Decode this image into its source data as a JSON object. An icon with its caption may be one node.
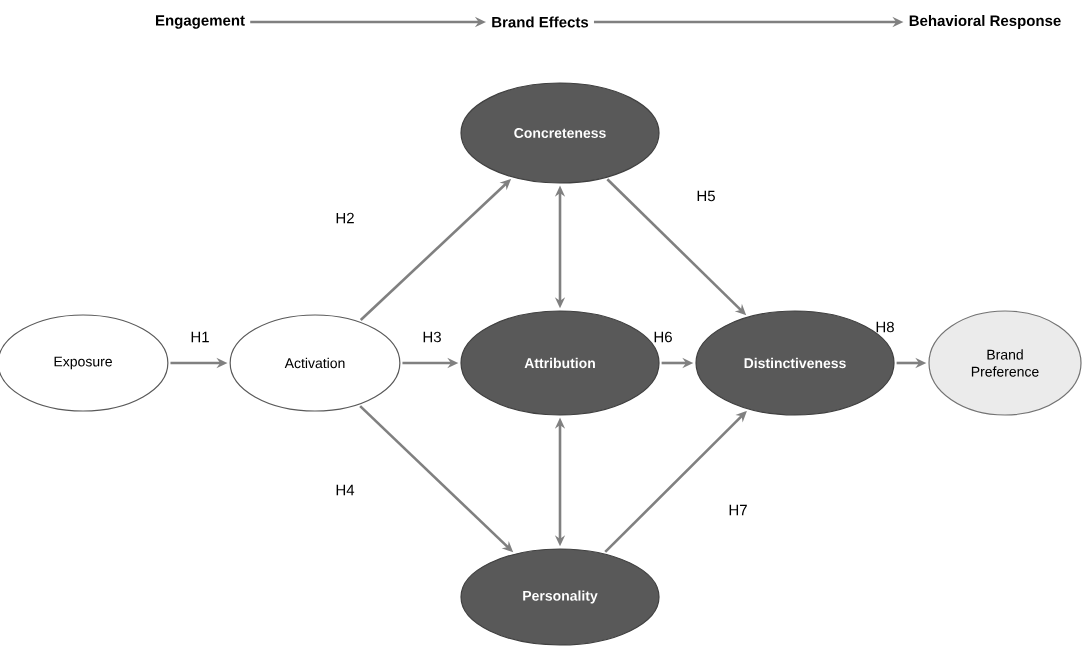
{
  "diagram": {
    "nodes": [
      {
        "text": [
          "Engagement"
        ]
      },
      {
        "text": [
          "Brand Effects"
        ]
      },
      {
        "text": [
          "Behavioral Response"
        ]
      },
      {
        "text": [
          "Exposure"
        ]
      },
      {
        "text": [
          "Activation"
        ]
      },
      {
        "text": [
          "Concreteness"
        ]
      },
      {
        "text": [
          "Attribution"
        ]
      },
      {
        "text": [
          "Personality"
        ]
      },
      {
        "text": [
          "Distinctiveness"
        ]
      },
      {
        "text": [
          "Brand Preference"
        ]
      }
    ],
    "edges": [
      {
        "from": 0,
        "to": 1,
        "arrow": "to"
      },
      {
        "from": 1,
        "to": 2,
        "arrow": "to"
      },
      {
        "from": 3,
        "to": 4,
        "arrow": "to",
        "label": "H1"
      },
      {
        "from": 4,
        "to": 5,
        "arrow": "to",
        "label": "H2"
      },
      {
        "from": 4,
        "to": 6,
        "arrow": "to",
        "label": "H3"
      },
      {
        "from": 4,
        "to": 7,
        "arrow": "to",
        "label": "H4"
      },
      {
        "from": 5,
        "to": 8,
        "arrow": "to",
        "label": "H5"
      },
      {
        "from": 6,
        "to": 8,
        "arrow": "to",
        "label": "H6"
      },
      {
        "from": 7,
        "to": 8,
        "arrow": "to",
        "label": "H7"
      },
      {
        "from": 8,
        "to": 9,
        "arrow": "to",
        "label": "H8"
      },
      {
        "from": 5,
        "to": 6,
        "arrow": "both"
      },
      {
        "from": 6,
        "to": 7,
        "arrow": "both"
      }
    ]
  }
}
